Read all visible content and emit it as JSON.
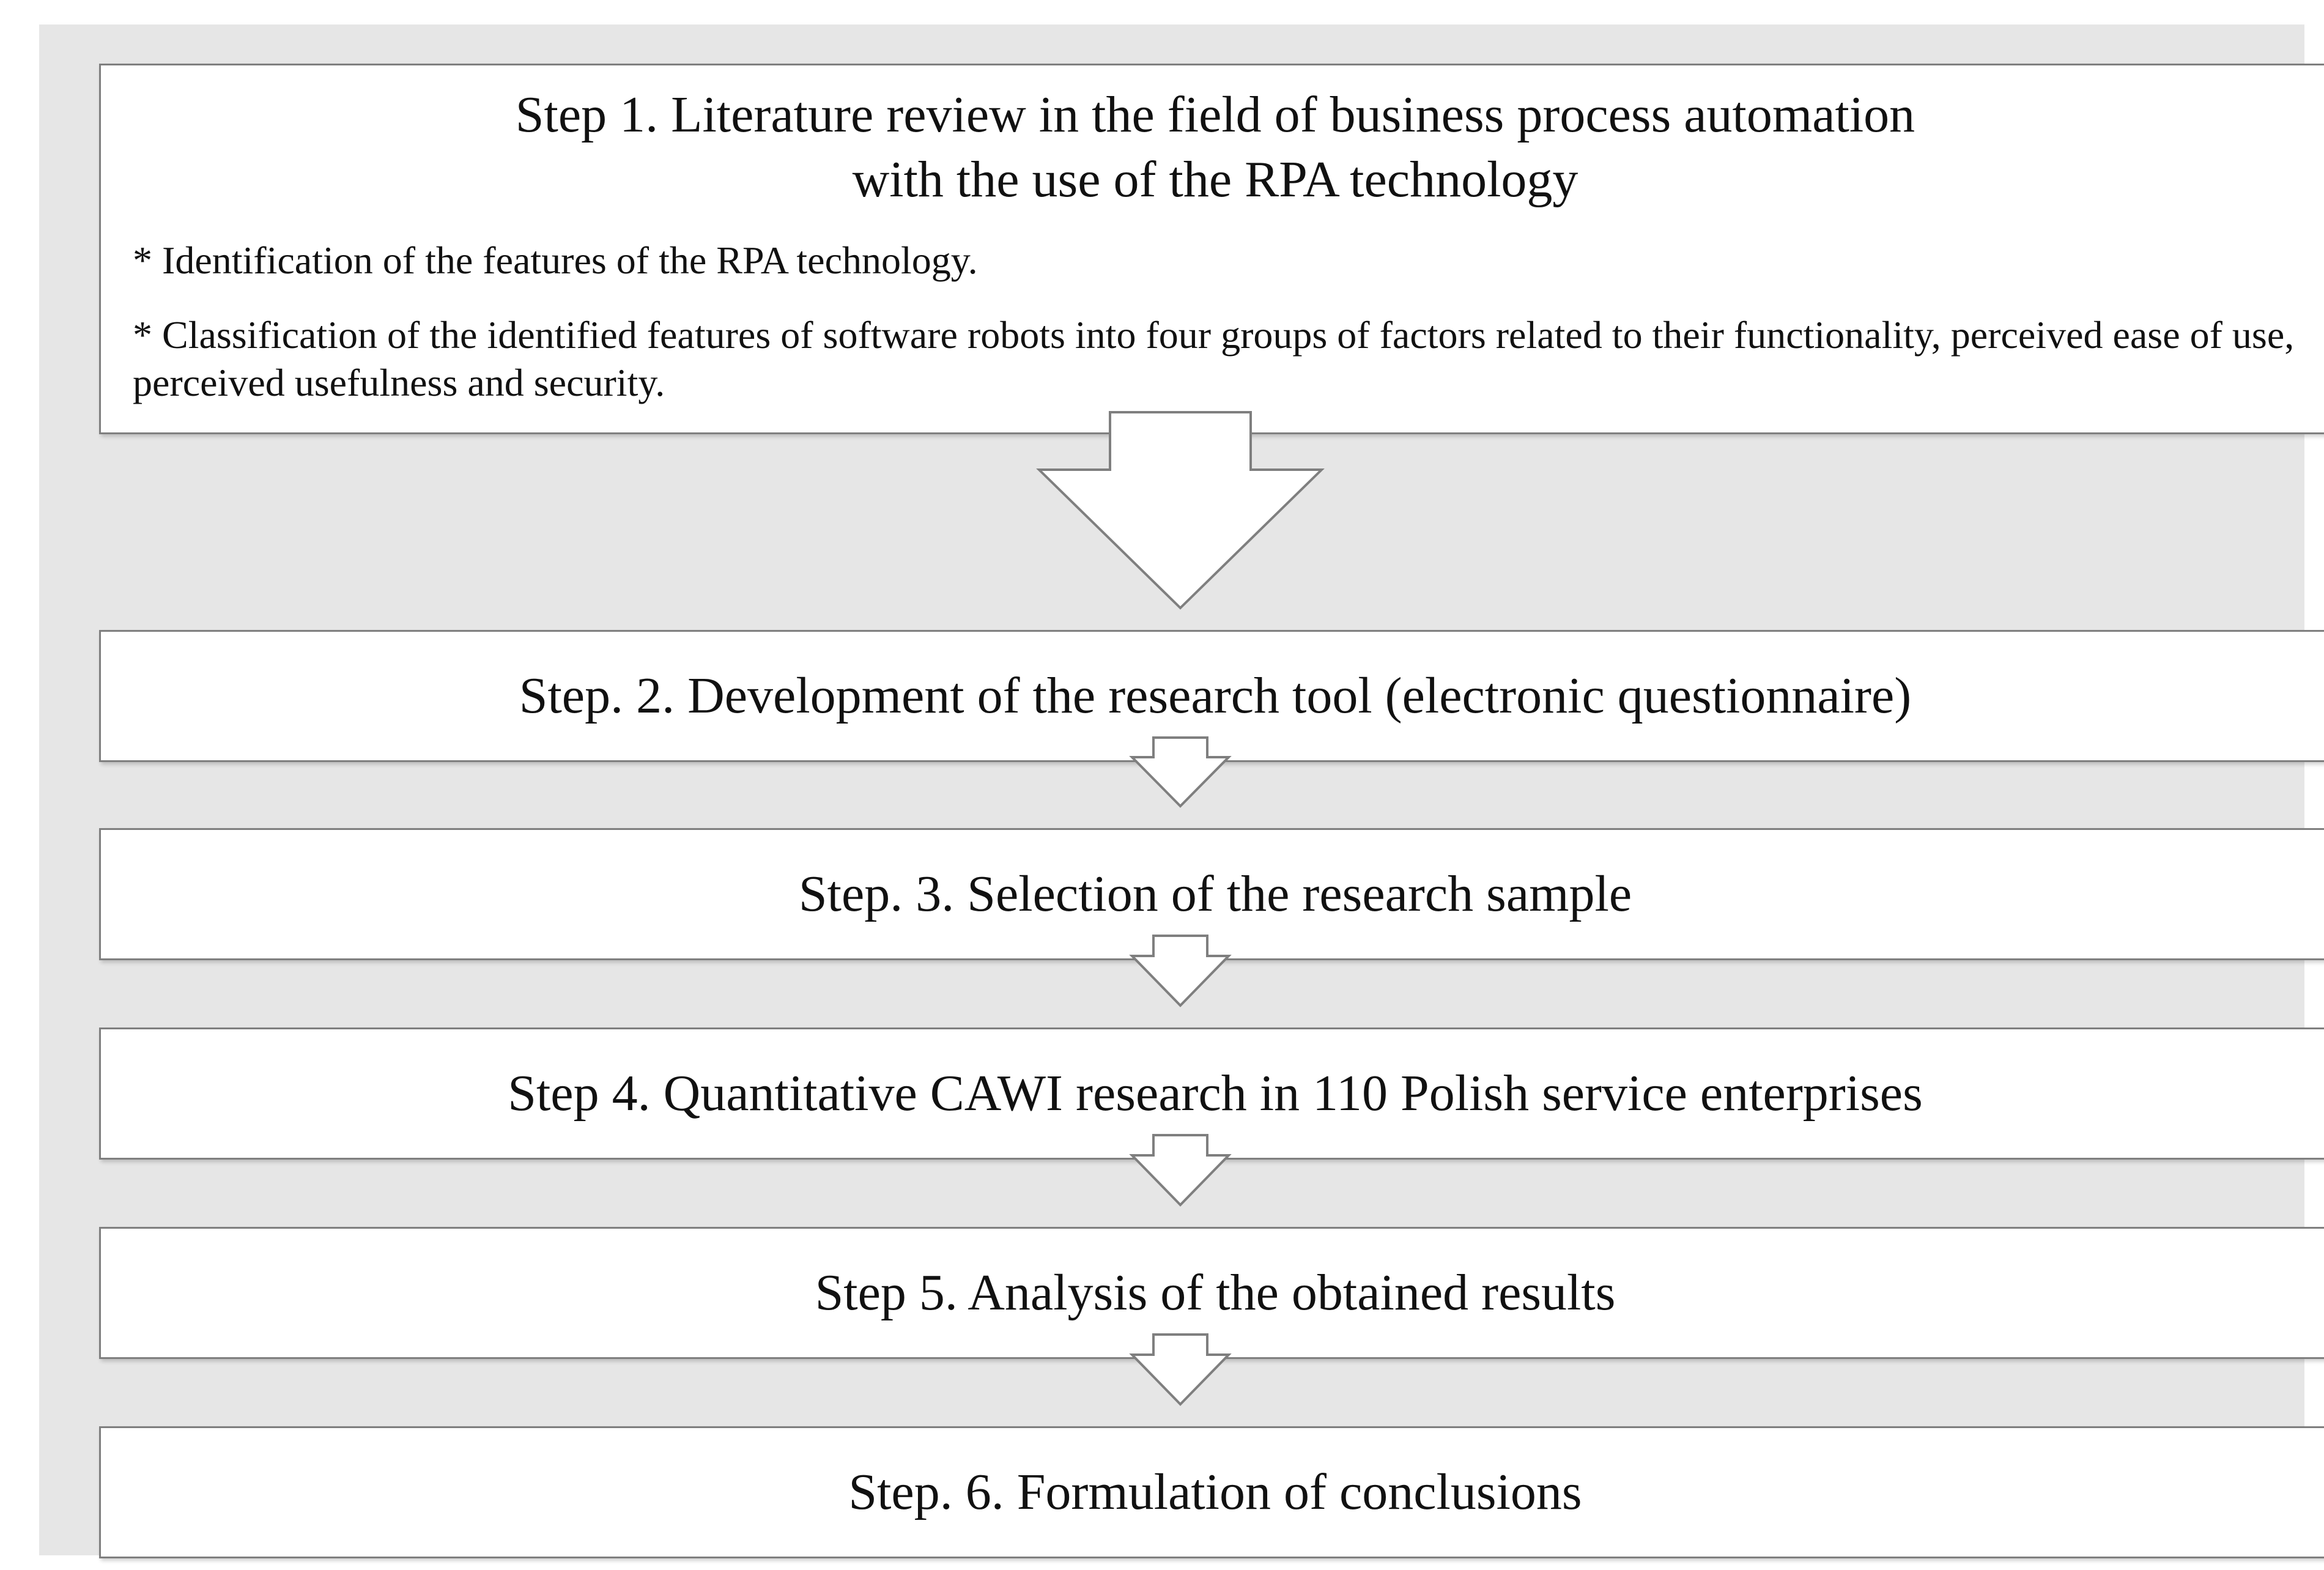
{
  "diagram": {
    "steps": [
      {
        "title_line1": "Step 1. Literature review in the field of business process automation",
        "title_line2": "with the use of the RPA technology",
        "bullets": [
          "* Identification of the features of the RPA technology.",
          "* Classification of the identified features of software robots into four groups of factors related to their functionality, perceived ease of use, perceived usefulness and security."
        ]
      },
      {
        "title": "Step. 2. Development of the research tool (electronic questionnaire)"
      },
      {
        "title": "Step. 3. Selection of the research sample"
      },
      {
        "title": "Step 4. Quantitative CAWI research in 110 Polish service enterprises"
      },
      {
        "title": "Step 5. Analysis of the obtained results"
      },
      {
        "title": "Step. 6. Formulation of conclusions"
      }
    ]
  },
  "colors": {
    "background_panel": "#e6e6e6",
    "box_fill": "#ffffff",
    "box_border": "#7f7f7f",
    "arrow_fill": "#ffffff",
    "arrow_stroke": "#7f7f7f",
    "text": "#111111"
  }
}
